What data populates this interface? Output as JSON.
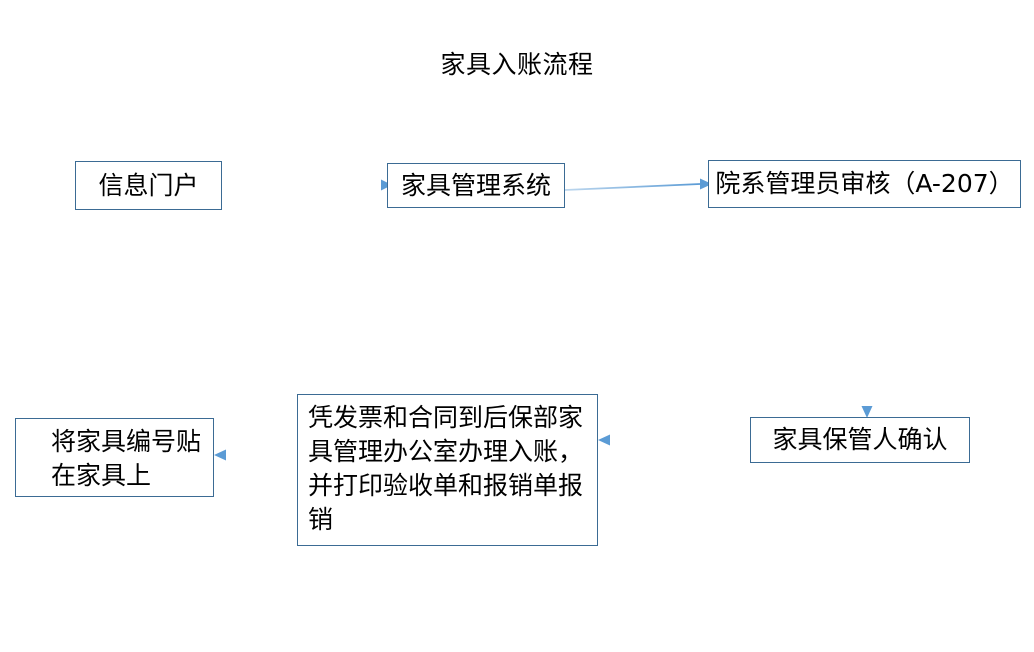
{
  "diagram": {
    "title": "家具入账流程",
    "type": "flowchart",
    "theme": {
      "border_color": "#3b6b94",
      "arrow_color": "#5b9bd5",
      "background": "#ffffff",
      "text_color": "#000000"
    },
    "nodes": [
      {
        "id": "portal",
        "label": "信息门户"
      },
      {
        "id": "system",
        "label": "家具管理系统"
      },
      {
        "id": "review",
        "label": "院系管理员审核（A-207）"
      },
      {
        "id": "keeper",
        "label": "家具保管人确认"
      },
      {
        "id": "invoice",
        "label": "凭发票和合同到后保部家具管理办公室办理入账，并打印验收单和报销单报销"
      },
      {
        "id": "tag",
        "label": "将家具编号贴在家具上"
      }
    ],
    "edges": [
      {
        "from": "portal",
        "to": "system",
        "direction": "right"
      },
      {
        "from": "system",
        "to": "review",
        "direction": "right"
      },
      {
        "from": "review",
        "to": "keeper",
        "direction": "down"
      },
      {
        "from": "keeper",
        "to": "invoice",
        "direction": "left"
      },
      {
        "from": "invoice",
        "to": "tag",
        "direction": "left"
      }
    ]
  }
}
